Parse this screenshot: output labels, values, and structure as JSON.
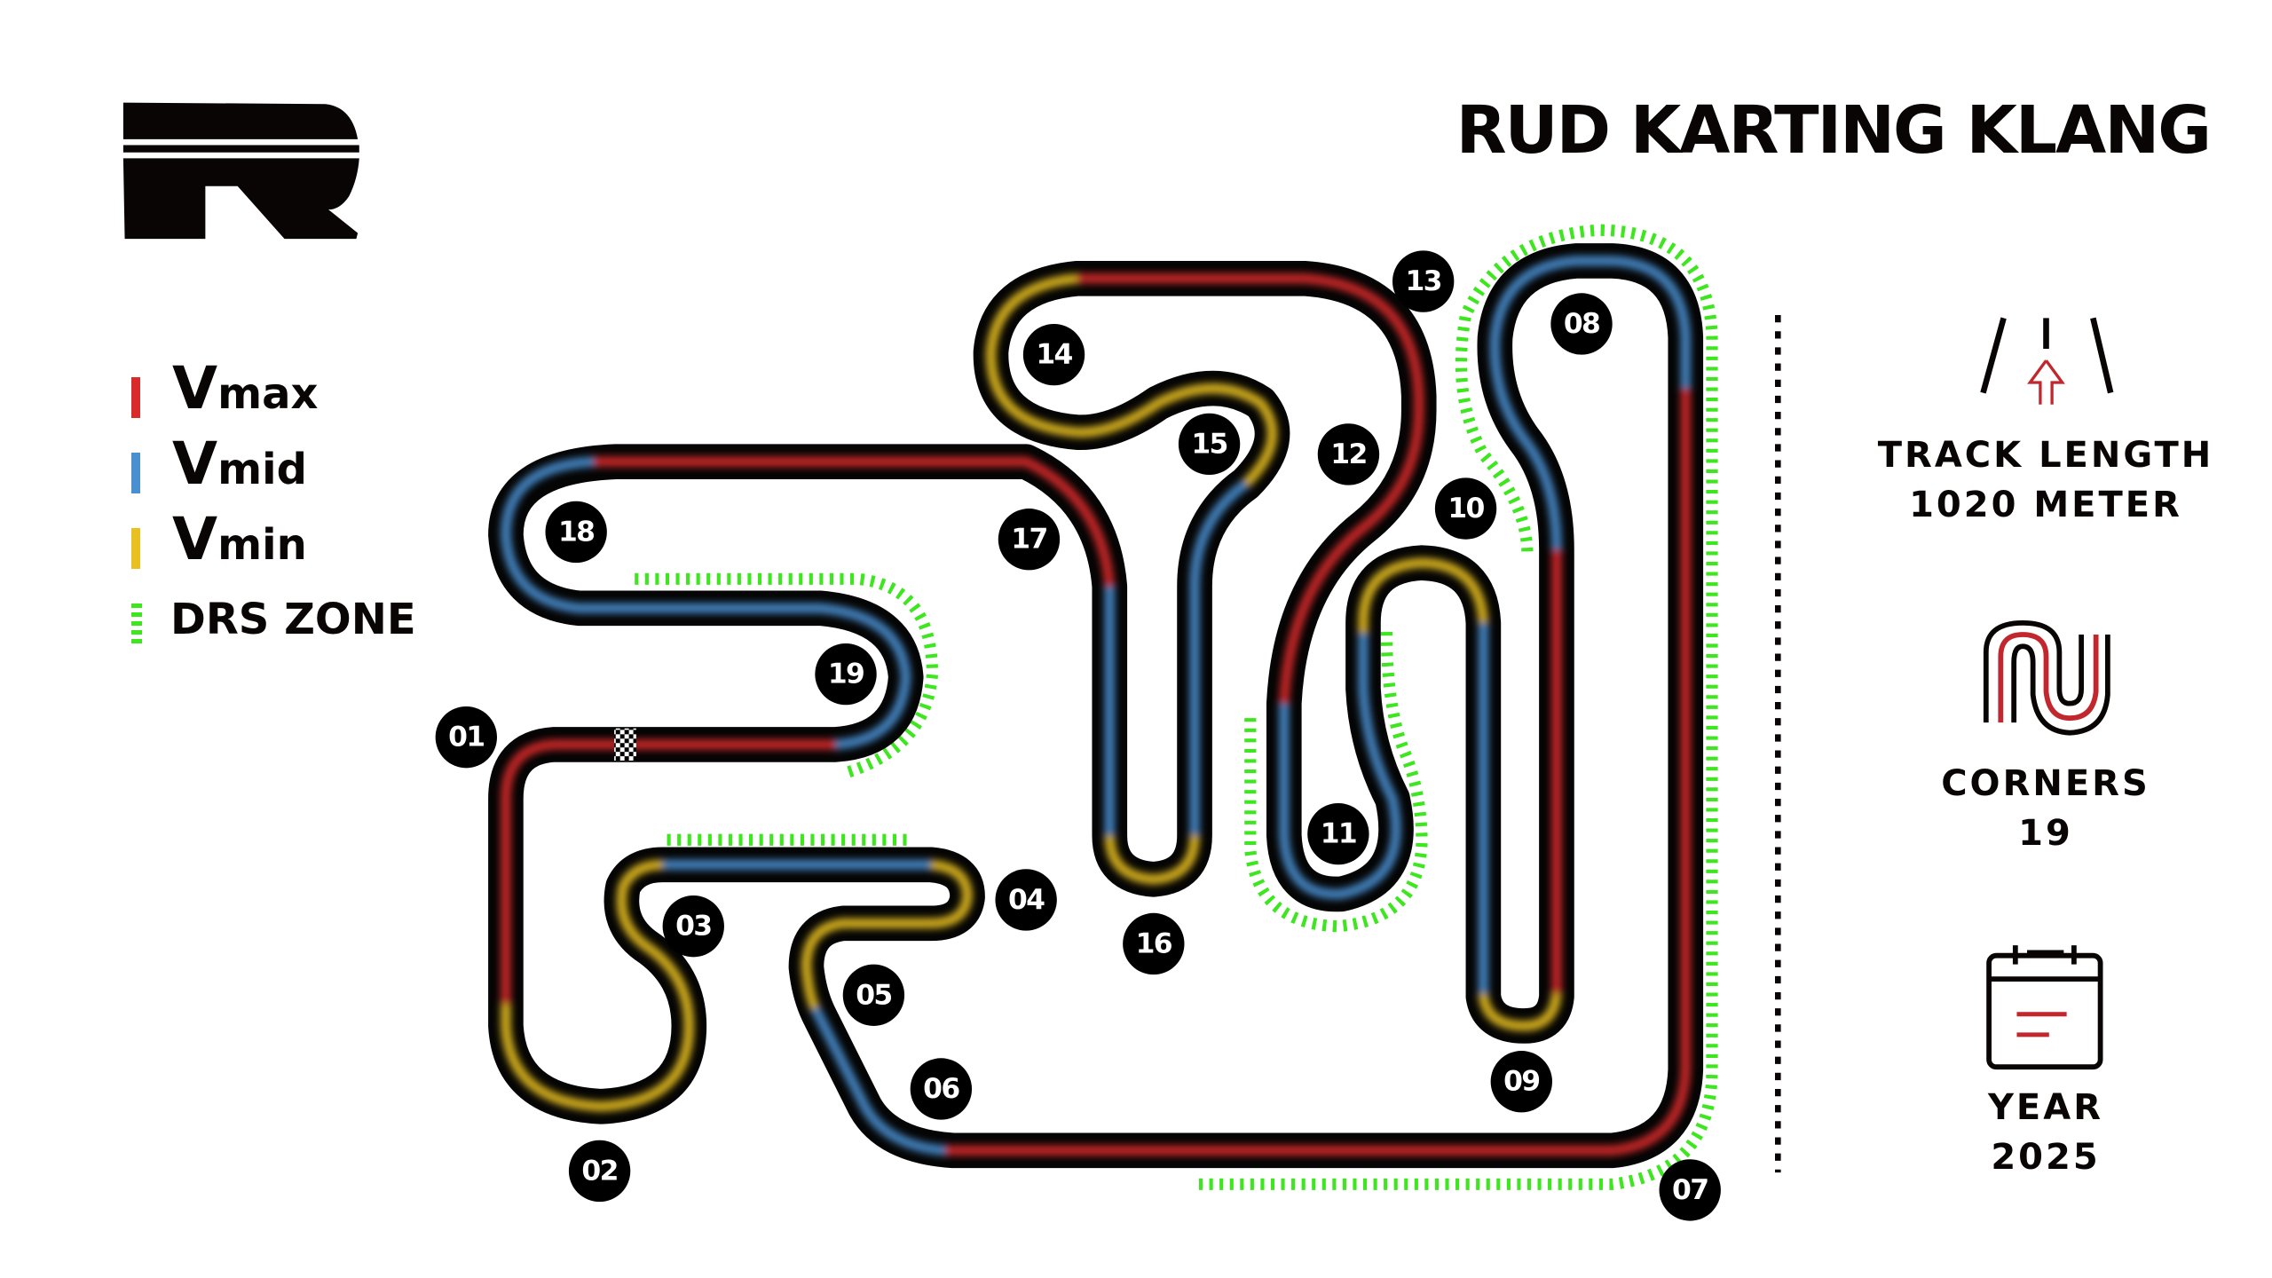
{
  "title": "RUD KARTING KLANG",
  "logo": {
    "letter": "R"
  },
  "legend": [
    {
      "big": "V",
      "small": "max",
      "color": "#d92b2b"
    },
    {
      "big": "V",
      "small": "mid",
      "color": "#4a8fd0"
    },
    {
      "big": "V",
      "small": "min",
      "color": "#e8c020"
    }
  ],
  "drs_legend": {
    "label": "DRS ZONE",
    "color": "#3de61f"
  },
  "corners": [
    "01",
    "02",
    "03",
    "04",
    "05",
    "06",
    "07",
    "08",
    "09",
    "10",
    "11",
    "12",
    "13",
    "14",
    "15",
    "16",
    "17",
    "18",
    "19"
  ],
  "stats": {
    "track_length_label": "TRACK LENGTH",
    "track_length_value": "1020 METER",
    "corners_label": "CORNERS",
    "corners_value": "19",
    "year_label": "YEAR",
    "year_value": "2025"
  },
  "icons": {
    "track_length": "road-arrow-icon",
    "corners": "hairpin-track-icon",
    "year": "calendar-icon"
  }
}
